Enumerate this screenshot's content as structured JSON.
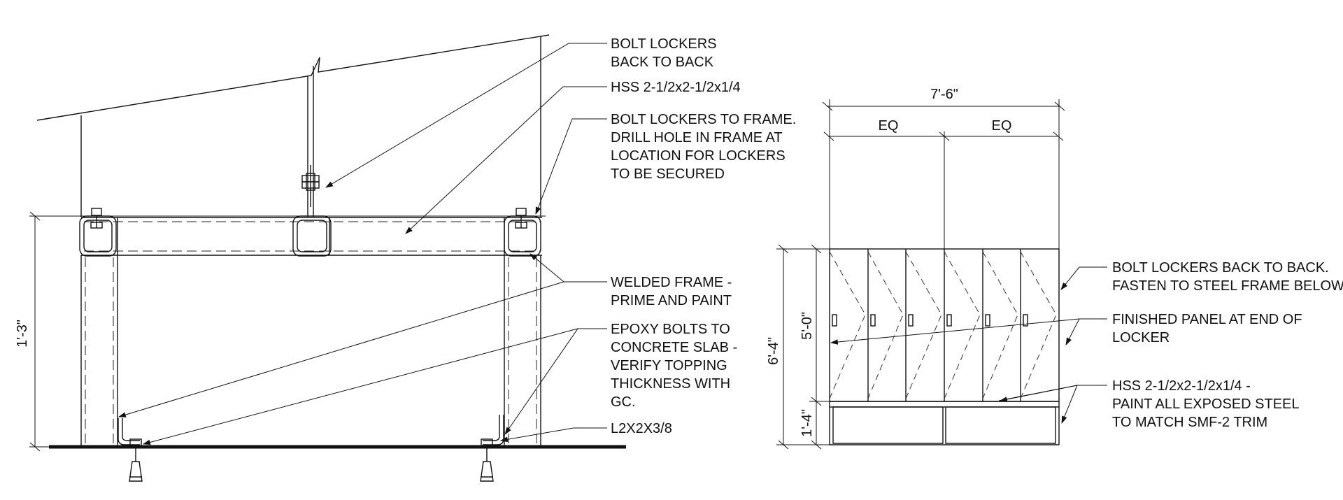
{
  "section_view": {
    "dimensions": {
      "height": "1'-3\""
    },
    "notes": {
      "bolt_back_to_back": [
        "BOLT LOCKERS",
        "BACK TO BACK"
      ],
      "hss_size": [
        "HSS 2-1/2x2-1/2x1/4"
      ],
      "bolt_to_frame": [
        "BOLT LOCKERS TO FRAME.",
        "DRILL HOLE IN FRAME AT",
        "LOCATION FOR LOCKERS",
        "TO BE SECURED"
      ],
      "welded_frame": [
        "WELDED FRAME -",
        "PRIME AND PAINT"
      ],
      "epoxy_bolts": [
        "EPOXY BOLTS TO",
        "CONCRETE SLAB -",
        "VERIFY TOPPING",
        "THICKNESS WITH",
        "GC."
      ],
      "angle_size": [
        "L2X2X3/8"
      ]
    }
  },
  "elevation_view": {
    "dimensions": {
      "overall_width": "7'-6\"",
      "left_bay": "EQ",
      "right_bay": "EQ",
      "overall_height": "6'-4\"",
      "locker_height": "5'-0\"",
      "base_height": "1'-4\""
    },
    "notes": {
      "bolt_back_to_back": [
        "BOLT LOCKERS BACK TO BACK.",
        "FASTEN TO STEEL FRAME BELOW"
      ],
      "finished_panel": [
        "FINISHED PANEL AT END OF",
        "LOCKER"
      ],
      "hss_paint": [
        "HSS 2-1/2x2-1/2x1/4 -",
        "PAINT ALL EXPOSED STEEL",
        "TO MATCH SMF-2 TRIM"
      ]
    }
  }
}
